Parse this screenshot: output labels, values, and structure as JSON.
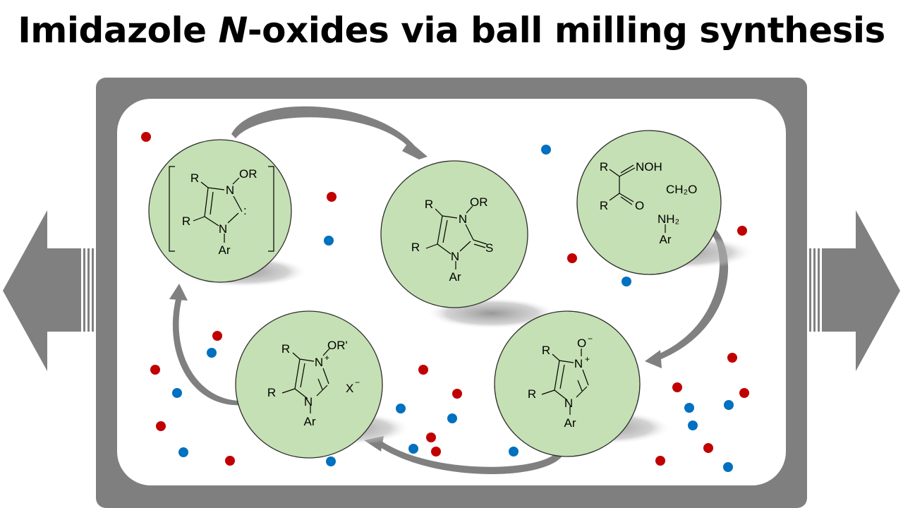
{
  "title": {
    "prefix": "Imidazole ",
    "italic": "N",
    "suffix": "-oxides via ball milling synthesis"
  },
  "colors": {
    "jar": "#7f7f7f",
    "circle_fill": "#c5e0b4",
    "circle_stroke": "#2d2d2d",
    "ball_red": "#c00000",
    "ball_blue": "#0070c0",
    "arrow": "#808080"
  },
  "molecules": {
    "carbene": {
      "r_top": "R",
      "or": "OR",
      "r_left": "R",
      "n1": "N",
      "n2": "N",
      "ar": "Ar",
      "colon": ":"
    },
    "thione": {
      "r_top": "R",
      "or": "OR",
      "n1": "N",
      "r_left": "R",
      "s": "S",
      "n2": "N",
      "ar": "Ar"
    },
    "reagents": {
      "r1": "R",
      "noh": "NOH",
      "ch2o": "CH₂O",
      "r2": "R",
      "o": "O",
      "nh2": "NH₂",
      "ar": "Ar"
    },
    "salt": {
      "r_top": "R",
      "or": "OR'",
      "n1": "N",
      "plus": "+",
      "r_left": "R",
      "x": "X",
      "minus": "−",
      "n2": "N",
      "ar": "Ar"
    },
    "noxide": {
      "r_top": "R",
      "o": "O",
      "minus": "−",
      "n1": "N",
      "plus": "+",
      "r_left": "R",
      "n2": "N",
      "ar": "Ar"
    }
  }
}
